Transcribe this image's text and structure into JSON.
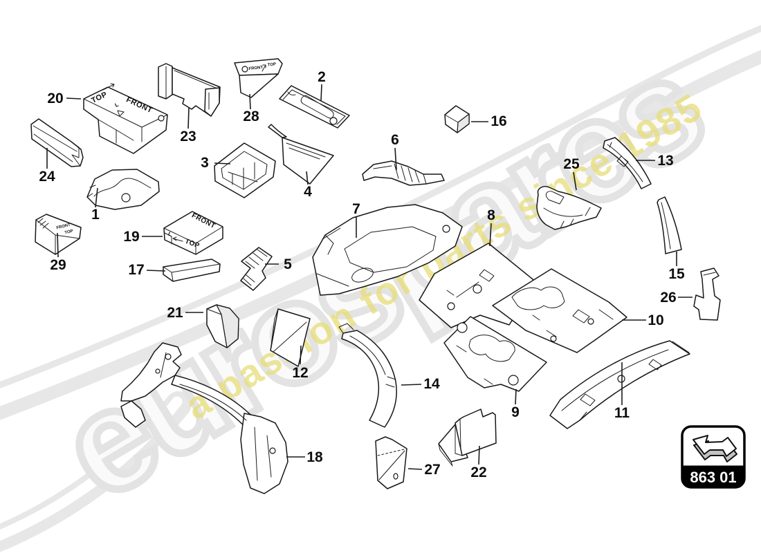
{
  "watermark": {
    "brand": "eurospares",
    "slogan": "a passion for parts since 1985",
    "brand_color": "#e3e3e3",
    "slogan_color": "#e8de7d"
  },
  "badge": {
    "code": "863 01",
    "icon": "arrow-up-left-3d"
  },
  "markings": {
    "top": "TOP",
    "front": "FRONT",
    "left": "L"
  },
  "callouts": [
    {
      "num": "1"
    },
    {
      "num": "2"
    },
    {
      "num": "3"
    },
    {
      "num": "4"
    },
    {
      "num": "5"
    },
    {
      "num": "6"
    },
    {
      "num": "7"
    },
    {
      "num": "8"
    },
    {
      "num": "9"
    },
    {
      "num": "10"
    },
    {
      "num": "11"
    },
    {
      "num": "12"
    },
    {
      "num": "13"
    },
    {
      "num": "14"
    },
    {
      "num": "15"
    },
    {
      "num": "16"
    },
    {
      "num": "17"
    },
    {
      "num": "18"
    },
    {
      "num": "19"
    },
    {
      "num": "20"
    },
    {
      "num": "21"
    },
    {
      "num": "22"
    },
    {
      "num": "23"
    },
    {
      "num": "24"
    },
    {
      "num": "25"
    },
    {
      "num": "26"
    },
    {
      "num": "27"
    },
    {
      "num": "28"
    },
    {
      "num": "29"
    }
  ]
}
